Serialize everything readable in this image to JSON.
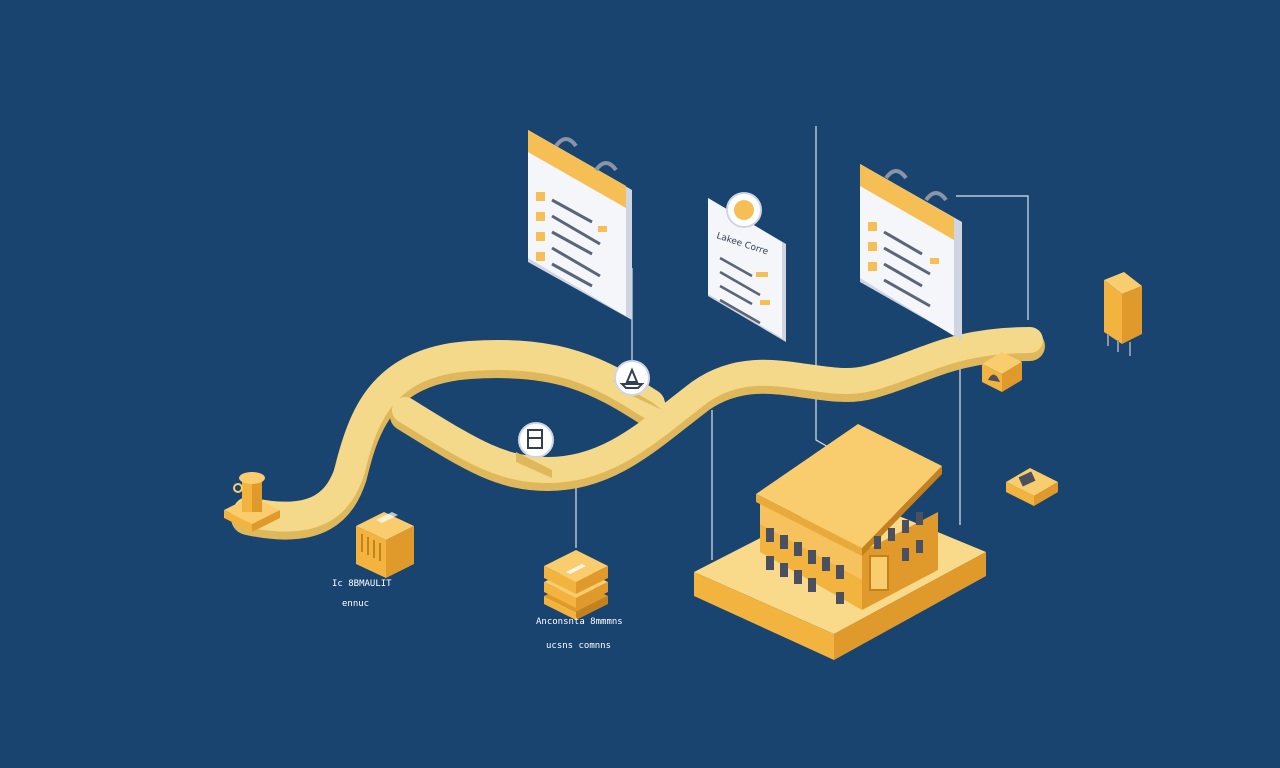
{
  "colors": {
    "background": "#1a4470",
    "path": "#f5d98a",
    "path_shadow": "#e0b85c",
    "box_top": "#f9cc6e",
    "box_left": "#f2b33f",
    "box_right": "#e09a2c",
    "card": "#f4f6fa",
    "card_line": "#5b6577",
    "card_header": "#f6bf55",
    "leader_line": "#ffffff"
  },
  "labels": {
    "card_middle": "Lakee Corre",
    "left_box_line1": "Ic 8BMAULIT",
    "left_box_line2": "ennuc",
    "center_box_line1": "Anconsnta 8mmmns",
    "center_box_line2": "ucsns comnns"
  },
  "icons": {
    "pin_1": "ship-icon",
    "pin_2": "document-icon",
    "card_badge": "coin-icon"
  }
}
